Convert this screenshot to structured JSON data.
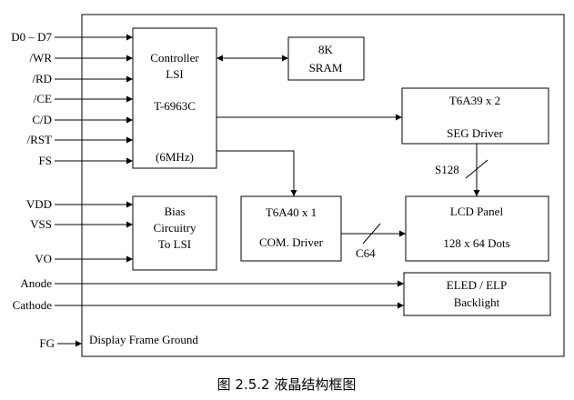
{
  "signals_in": {
    "d0_d7": "D0 – D7",
    "wr": "/WR",
    "rd": "/RD",
    "ce": "/CE",
    "cd": "C/D",
    "rst": "/RST",
    "fs": "FS",
    "vdd": "VDD",
    "vss": "VSS",
    "vo": "VO",
    "anode": "Anode",
    "cathode": "Cathode",
    "fg": "FG"
  },
  "controller": {
    "line1": "Controller",
    "line2": "LSI",
    "model": "T-6963C",
    "clock": "(6MHz)"
  },
  "sram": {
    "line1": "8K",
    "line2": "SRAM"
  },
  "seg_driver": {
    "line1": "T6A39 x 2",
    "line2": "SEG Driver"
  },
  "bias": {
    "line1": "Bias",
    "line2": "Circuitry",
    "line3": "To LSI"
  },
  "com_driver": {
    "line1": "T6A40 x 1",
    "line2": "COM. Driver"
  },
  "lcd_panel": {
    "line1": "LCD Panel",
    "line2": "128 x 64 Dots"
  },
  "backlight": {
    "line1": "ELED / ELP",
    "line2": "Backlight"
  },
  "bus_labels": {
    "s128": "S128",
    "c64": "C64"
  },
  "frame_ground": "Display Frame Ground",
  "caption": "图 2.5.2  液晶结构框图"
}
